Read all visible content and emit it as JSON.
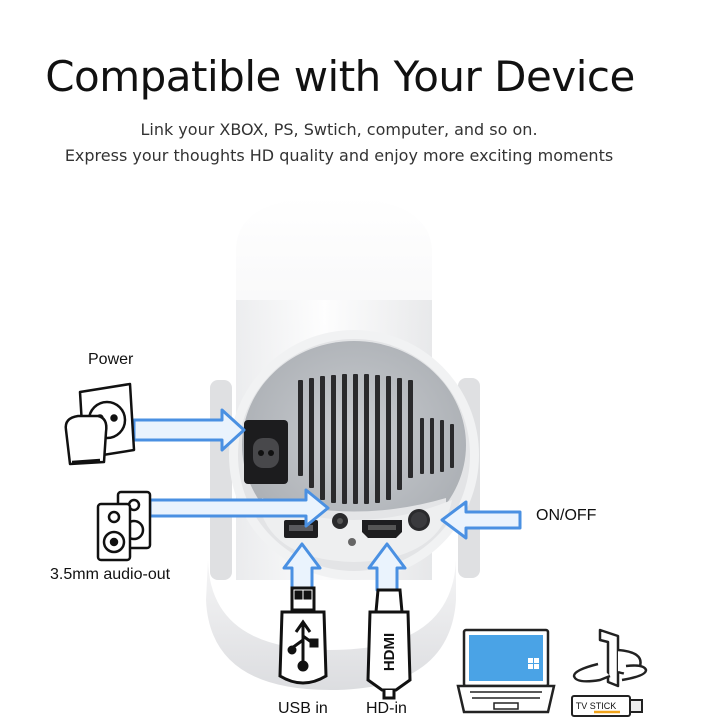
{
  "headline": "Compatible with Your Device",
  "subtitle_line1": "Link your XBOX, PS, Swtich, computer,  and so on.",
  "subtitle_line2": "Express your thoughts HD quality and enjoy more exciting moments",
  "labels": {
    "power": "Power",
    "audio_out": "3.5mm audio-out",
    "on_off": "ON/OFF",
    "usb_in": "USB in",
    "hd_in": "HD-in"
  },
  "icon_texts": {
    "hdmi": "HDMI",
    "tv_stick": "TV STICK"
  },
  "colors": {
    "arrow": "#4a90e2",
    "arrow_fill": "#eaf3fd",
    "device_body": "#f2f3f4",
    "panel": "#b9bcc0",
    "vent": "#2c2c2e"
  },
  "icons": [
    "power-plug-icon",
    "speaker-icon",
    "usb-stick-icon",
    "hdmi-cable-icon",
    "laptop-icon",
    "playstation-icon",
    "tv-stick-icon"
  ]
}
